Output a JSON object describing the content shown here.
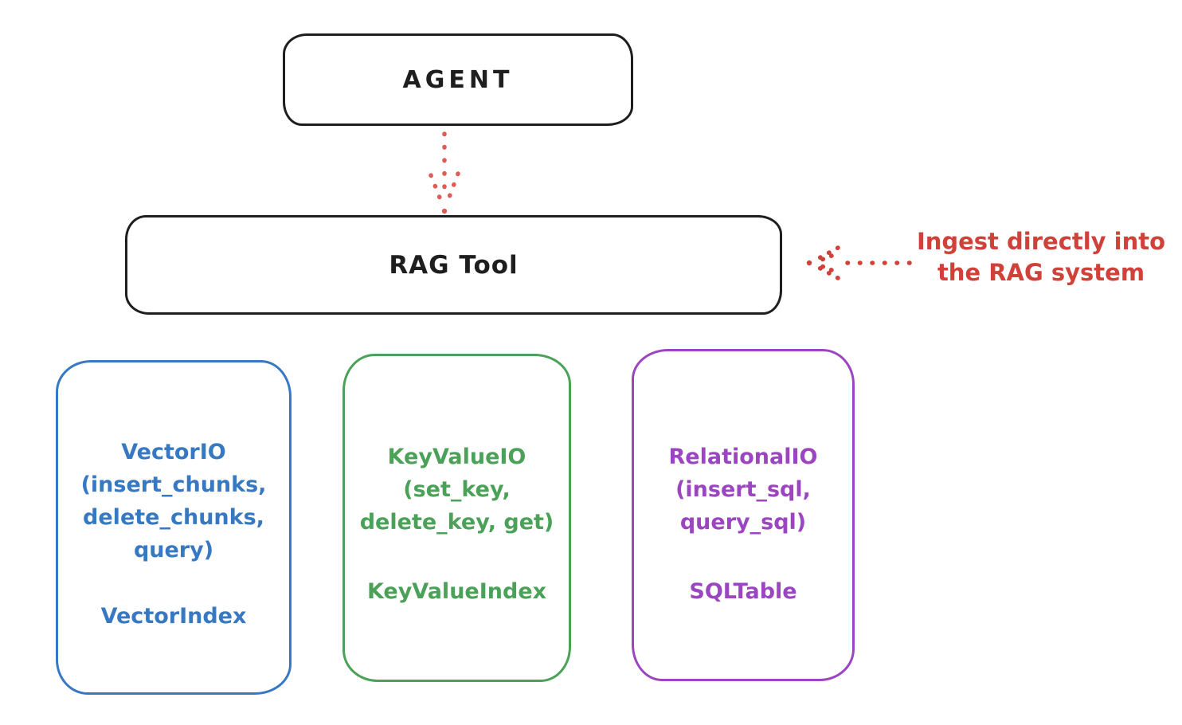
{
  "colors": {
    "ink": "#1e1e1e",
    "red_text": "#d0413a",
    "red_arrow": "#e05b54",
    "blue": "#3778c2",
    "green": "#4ba158",
    "purple": "#9c45c1",
    "background": "#ffffff"
  },
  "agent": {
    "label": "AGENT"
  },
  "rag_tool": {
    "label": "RAG Tool"
  },
  "annotation": {
    "text": "Ingest directly into\nthe RAG system"
  },
  "arrows": [
    {
      "name": "agent-to-rag-tool",
      "style": "dotted",
      "direction": "down"
    },
    {
      "name": "ingest-annotation-to-rag-tool",
      "style": "dotted",
      "direction": "left"
    }
  ],
  "stores": [
    {
      "name": "VectorIO",
      "methods": "VectorIO\n(insert_chunks,\ndelete_chunks,\nquery)",
      "index": "VectorIndex",
      "color": "#3778c2"
    },
    {
      "name": "KeyValueIO",
      "methods": "KeyValueIO\n(set_key,\ndelete_key, get)",
      "index": "KeyValueIndex",
      "color": "#4ba158"
    },
    {
      "name": "RelationalIO",
      "methods": "RelationalIO\n(insert_sql,\nquery_sql)",
      "index": "SQLTable",
      "color": "#9c45c1"
    }
  ]
}
